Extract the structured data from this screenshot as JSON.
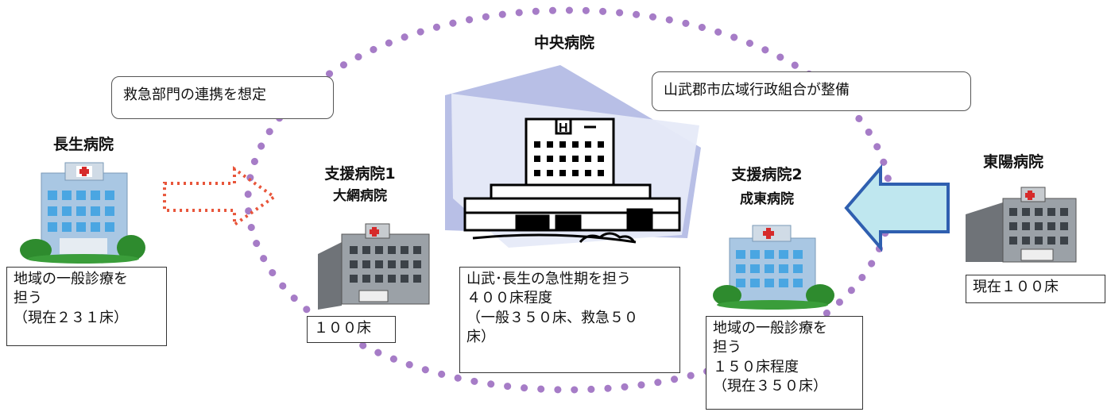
{
  "central": {
    "name": "中央病院",
    "description": "山武･長生の急性期を担う\n４００床程度\n（一般３５０床、救急５０\n床）"
  },
  "support1": {
    "title": "支援病院1",
    "name": "大網病院",
    "beds": "１００床"
  },
  "support2": {
    "title": "支援病院2",
    "name": "成東病院",
    "description": "地域の一般診療を\n担う\n１５０床程度\n（現在３５０床）"
  },
  "nagao": {
    "name": "長生病院",
    "description": "地域の一般診療を\n担う\n（現在２３１床）"
  },
  "toyo": {
    "name": "東陽病院",
    "beds": "現在１００床"
  },
  "callouts": {
    "emergency": "救急部門の連携を想定",
    "maintained": "山武郡市広域行政組合が整備"
  },
  "colors": {
    "ellipse_dots": "#a67cc7",
    "dotted_arrow": "#e8553a",
    "solid_arrow_fill": "#bfe7ef",
    "solid_arrow_stroke": "#2f5fb0",
    "backdrop": "#b8bfe6"
  }
}
